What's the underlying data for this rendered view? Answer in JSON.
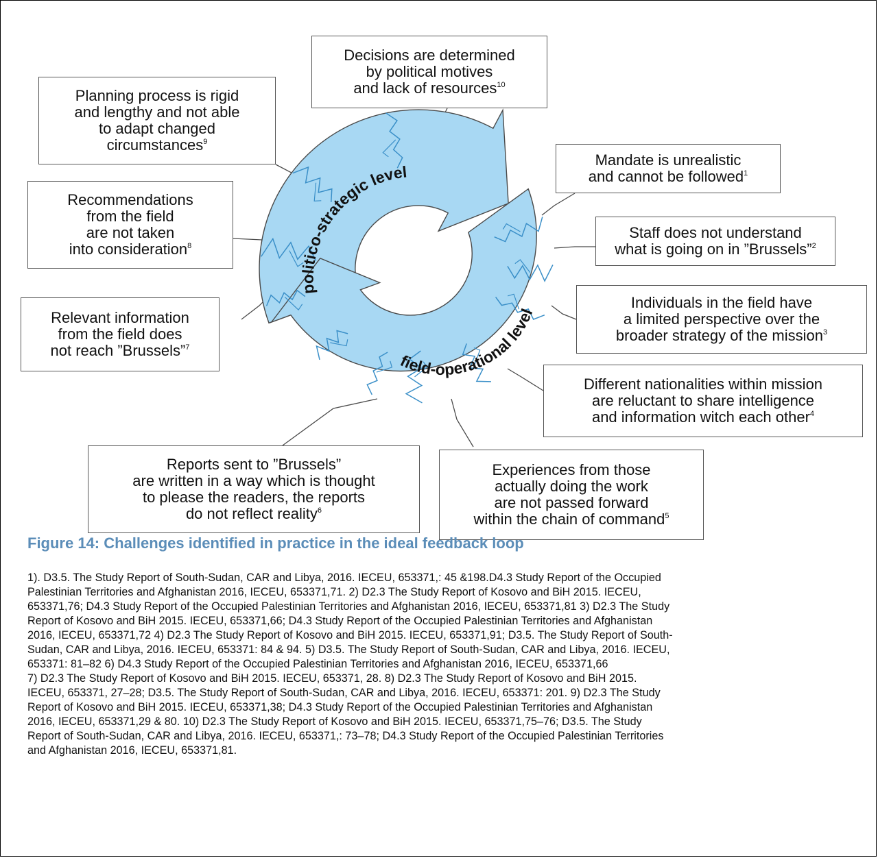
{
  "cycle": {
    "upper_arrow_label": "politico-strategic level",
    "lower_arrow_label": "field-operational level",
    "fill_color": "#A8D8F3",
    "outline_color": "#4A4A4A",
    "crack_color": "#3A8FC8"
  },
  "callouts": [
    {
      "id": "c10",
      "lines": [
        "Decisions are determined",
        "by political motives",
        "and lack of resources"
      ],
      "note": "10"
    },
    {
      "id": "c9",
      "lines": [
        "Planning process is rigid",
        "and lengthy and not able",
        "to adapt changed",
        "circumstances"
      ],
      "note": "9"
    },
    {
      "id": "c1",
      "lines": [
        "Mandate is unrealistic",
        "and cannot be followed"
      ],
      "note": "1"
    },
    {
      "id": "c8",
      "lines": [
        "Recommendations",
        "from the field",
        "are not taken",
        "into consideration"
      ],
      "note": "8"
    },
    {
      "id": "c2",
      "lines": [
        "Staff does not understand",
        "what is going on in ”Brussels”"
      ],
      "note": "2"
    },
    {
      "id": "c7",
      "lines": [
        "Relevant information",
        "from the field does",
        "not reach ”Brussels”"
      ],
      "note": "7"
    },
    {
      "id": "c3",
      "lines": [
        "Individuals in the field have",
        "a limited perspective over the",
        "broader strategy of the mission"
      ],
      "note": "3"
    },
    {
      "id": "c4",
      "lines": [
        "Different nationalities within mission",
        "are reluctant to share intelligence",
        "and information witch each other"
      ],
      "note": "4"
    },
    {
      "id": "c6",
      "lines": [
        "Reports sent to ”Brussels”",
        "are written in a way which is thought",
        "to please the readers, the reports",
        "do not reflect reality"
      ],
      "note": "6"
    },
    {
      "id": "c5",
      "lines": [
        "Experiences from those",
        "actually doing the work",
        "are not passed forward",
        "within the chain of command"
      ],
      "note": "5"
    }
  ],
  "caption": "Figure 14: Challenges identified in practice in the ideal feedback loop",
  "references": [
    "1). D3.5. The Study Report of South-Sudan, CAR and Libya, 2016. IECEU, 653371,: 45 &198.D4.3 Study Report of the Occupied",
    "Palestinian Territories and Afghanistan 2016, IECEU, 653371,71. 2) D2.3 The Study Report of Kosovo and BiH 2015. IECEU,",
    "653371,76; D4.3 Study Report of the Occupied Palestinian Territories and Afghanistan 2016, IECEU, 653371,81 3) D2.3 The Study",
    "Report of Kosovo and BiH 2015. IECEU, 653371,66; D4.3 Study Report of the Occupied Palestinian Territories and Afghanistan",
    "2016, IECEU, 653371,72 4) D2.3 The Study Report of Kosovo and BiH 2015. IECEU, 653371,91; D3.5. The Study Report of South-",
    "Sudan, CAR and Libya, 2016. IECEU, 653371: 84 & 94. 5) D3.5. The Study Report of South-Sudan, CAR and Libya, 2016. IECEU,",
    "653371: 81–82 6) D4.3 Study Report of the Occupied Palestinian Territories and Afghanistan 2016, IECEU, 653371,66",
    "7) D2.3 The Study Report of Kosovo and BiH 2015. IECEU, 653371, 28. 8) D2.3 The Study Report of Kosovo and BiH 2015.",
    "IECEU, 653371, 27–28; D3.5. The Study Report of South-Sudan, CAR and Libya, 2016. IECEU, 653371: 201. 9) D2.3 The Study",
    "Report of Kosovo and BiH 2015. IECEU, 653371,38; D4.3 Study Report of the Occupied Palestinian Territories and Afghanistan",
    "2016, IECEU, 653371,29 & 80.  10) D2.3 The Study Report of Kosovo and BiH 2015. IECEU, 653371,75–76; D3.5. The Study",
    "Report of South-Sudan, CAR and Libya, 2016. IECEU, 653371,: 73–78; D4.3 Study Report of the Occupied Palestinian Territories",
    "and Afghanistan 2016, IECEU, 653371,81."
  ]
}
